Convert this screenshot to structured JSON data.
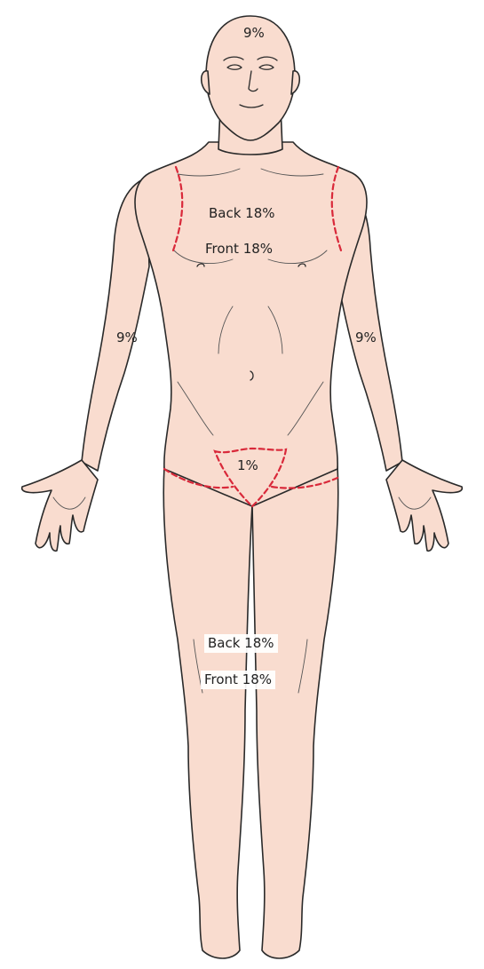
{
  "labels": {
    "head": "9%",
    "torso_back": "Back 18%",
    "torso_front": "Front 18%",
    "arm_right": "9%",
    "arm_left": "9%",
    "genital": "1%",
    "leg_back": "Back 18%",
    "leg_front": "Front 18%"
  },
  "colors": {
    "skin": "#f9dccf",
    "outline": "#2a2a2a",
    "region_boundary": "#d9293a"
  }
}
